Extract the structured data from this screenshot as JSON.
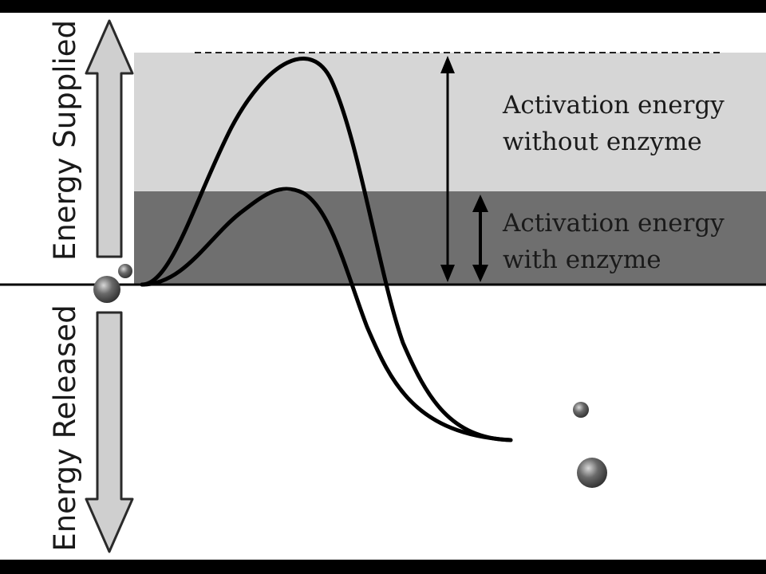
{
  "diagram": {
    "axis": {
      "up_label": "Energy Supplied",
      "down_label": "Energy Released"
    },
    "annotations": {
      "without_enzyme": {
        "line1": "Activation energy",
        "line2": "without enzyme"
      },
      "with_enzyme": {
        "line1": "Activation energy",
        "line2": "with enzyme"
      }
    },
    "colors": {
      "background": "#ffffff",
      "frame": "#000000",
      "band_without_enzyme": "#d6d6d6",
      "band_with_enzyme": "#6f6f6f",
      "curve": "#000000",
      "arrow_fill": "#cfcfcf",
      "arrow_stroke": "#2a2a2a",
      "molecule": "#5a5a5a"
    },
    "icons": [
      "double-headed-arrow-icon",
      "molecule-icon"
    ]
  }
}
